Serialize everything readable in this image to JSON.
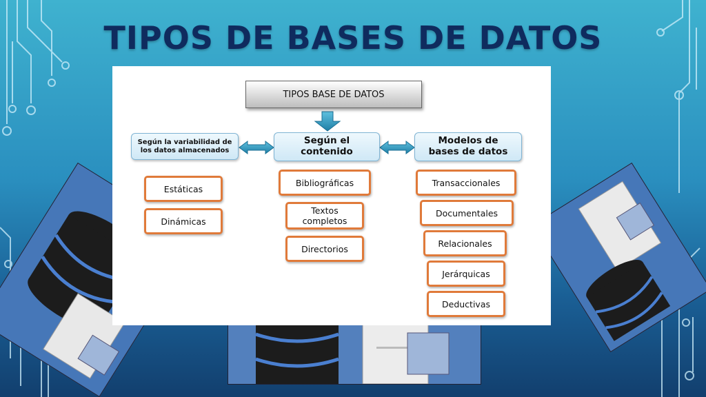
{
  "slide": {
    "title": "TIPOS DE BASES DE DATOS",
    "background_top": "#3fb2cf",
    "background_bottom": "#123f6e",
    "title_color": "#0f2b5e"
  },
  "diagram": {
    "root": "TIPOS BASE DE DATOS",
    "categories": [
      {
        "label": "Según la variabilidad de los datos almacenados",
        "items": [
          "Estáticas",
          "Dinámicas"
        ]
      },
      {
        "label": "Según el contenido",
        "items": [
          "Bibliográficas",
          "Textos completos",
          "Directorios"
        ]
      },
      {
        "label": "Modelos de bases de datos",
        "items": [
          "Transaccionales",
          "Documentales",
          "Relacionales",
          "Jerárquicas",
          "Deductivas"
        ]
      }
    ],
    "colors": {
      "item_border": "#e07a3a",
      "category_fill": "#cfe8f6",
      "arrow": "#2a8fb6"
    }
  },
  "images": [
    {
      "name": "database-server-illustration-left"
    },
    {
      "name": "database-server-illustration-right"
    },
    {
      "name": "database-server-illustration-bottom"
    }
  ]
}
